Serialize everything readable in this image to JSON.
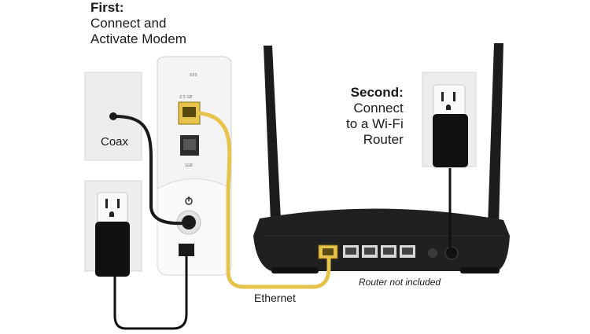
{
  "step1": {
    "title": "First:",
    "line1": "Connect and",
    "line2": "Activate Modem"
  },
  "step2": {
    "title": "Second:",
    "line1": "Connect",
    "line2": "to a Wi-Fi",
    "line3": "Router"
  },
  "labels": {
    "coax": "Coax",
    "ethernet": "Ethernet",
    "router_note": "Router not included"
  },
  "modem": {
    "model": "S33",
    "port_top": "2.5 GE",
    "port_bottom": "1GE"
  },
  "colors": {
    "ethernet_cable": "#e6c34a",
    "router_body": "#1f1f1f",
    "modem_body": "#f4f4f4",
    "wall_plate": "#ececec",
    "power_adapter": "#111111"
  }
}
